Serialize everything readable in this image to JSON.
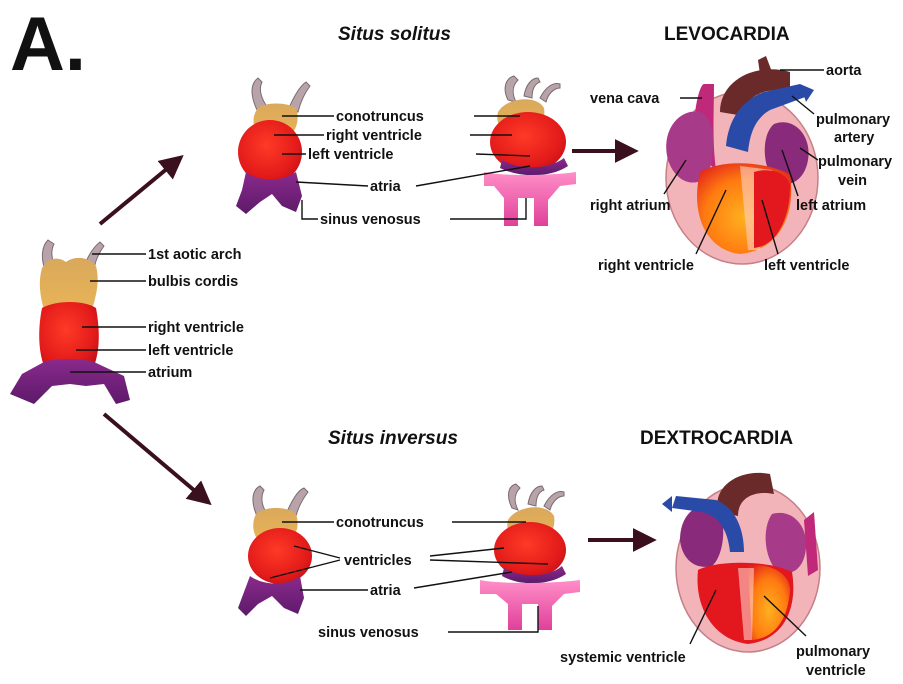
{
  "panel_label": "A.",
  "situs_solitus": {
    "title": "Situs solitus",
    "labels": {
      "conotruncus": "conotruncus",
      "right_ventricle": "right ventricle",
      "left_ventricle": "left ventricle",
      "atria": "atria",
      "sinus_venosus": "sinus venosus"
    }
  },
  "situs_inversus": {
    "title": "Situs inversus",
    "labels": {
      "conotruncus": "conotruncus",
      "ventricles": "ventricles",
      "atria": "atria",
      "sinus_venosus": "sinus venosus"
    }
  },
  "primitive_heart": {
    "labels": {
      "aortic_arch": "1st aotic arch",
      "bulbis_cordis": "bulbis cordis",
      "right_ventricle": "right ventricle",
      "left_ventricle": "left ventricle",
      "atrium": "atrium"
    }
  },
  "levocardia": {
    "title": "LEVOCARDIA",
    "labels": {
      "aorta": "aorta",
      "vena_cava": "vena cava",
      "pulmonary_artery_1": "pulmonary",
      "pulmonary_artery_2": "artery",
      "pulmonary_vein_1": "pulmonary",
      "pulmonary_vein_2": "vein",
      "right_atrium": "right atrium",
      "left_atrium": "left atrium",
      "right_ventricle": "right ventricle",
      "left_ventricle": "left ventricle"
    }
  },
  "dextrocardia": {
    "title": "DEXTROCARDIA",
    "labels": {
      "systemic_ventricle": "systemic ventricle",
      "pulmonary_ventricle_1": "pulmonary",
      "pulmonary_ventricle_2": "ventricle"
    }
  }
}
